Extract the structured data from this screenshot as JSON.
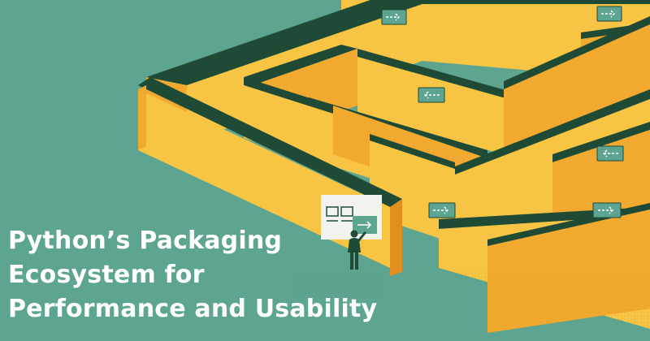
{
  "title": {
    "lines": [
      "Python’s Packaging",
      "Ecosystem for",
      "Performance and Usability"
    ]
  },
  "colors": {
    "background": "#5ea591",
    "wall_light": "#f7c443",
    "wall_mid": "#f2a92f",
    "wall_dark": "#e08e1c",
    "wall_top": "#1f4a36",
    "sign": "#5ea591",
    "title_text": "#ffffff"
  },
  "signs": {
    "arrow_icon": "dashed-arrow-right",
    "arrow_left_icon": "dashed-arrow-left"
  }
}
